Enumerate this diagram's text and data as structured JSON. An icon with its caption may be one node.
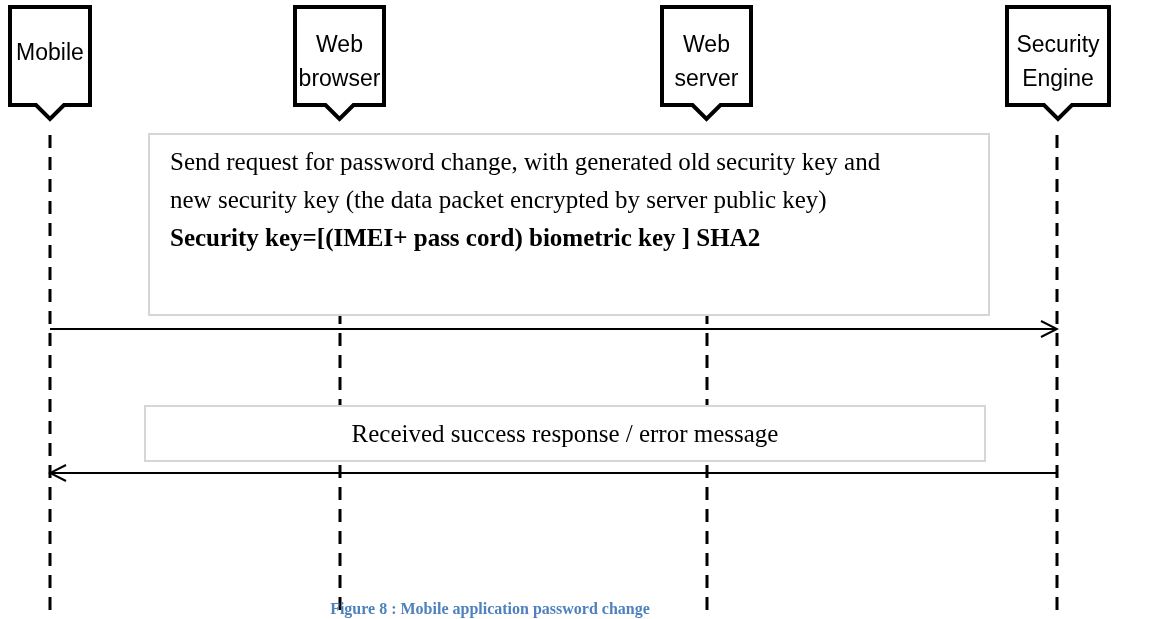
{
  "diagram": {
    "caption": "Figure 8 : Mobile application password change",
    "nodes": [
      {
        "text": [
          "Mobile"
        ]
      },
      {
        "text": [
          "Web browser"
        ]
      },
      {
        "text": [
          "Web server"
        ]
      },
      {
        "text": [
          "Security Engine"
        ]
      },
      {
        "text": [
          "Send request for password change, with generated old security key and new security key (the data packet encrypted by server public key)",
          "Security key=[(IMEI+ pass cord) biometric key ] SHA2"
        ]
      },
      {
        "text": [
          "Received success response / error message"
        ]
      }
    ],
    "edges": [
      {
        "from": 0,
        "to": 3,
        "arrow": "to"
      },
      {
        "from": 3,
        "to": 0,
        "arrow": "to"
      }
    ]
  }
}
